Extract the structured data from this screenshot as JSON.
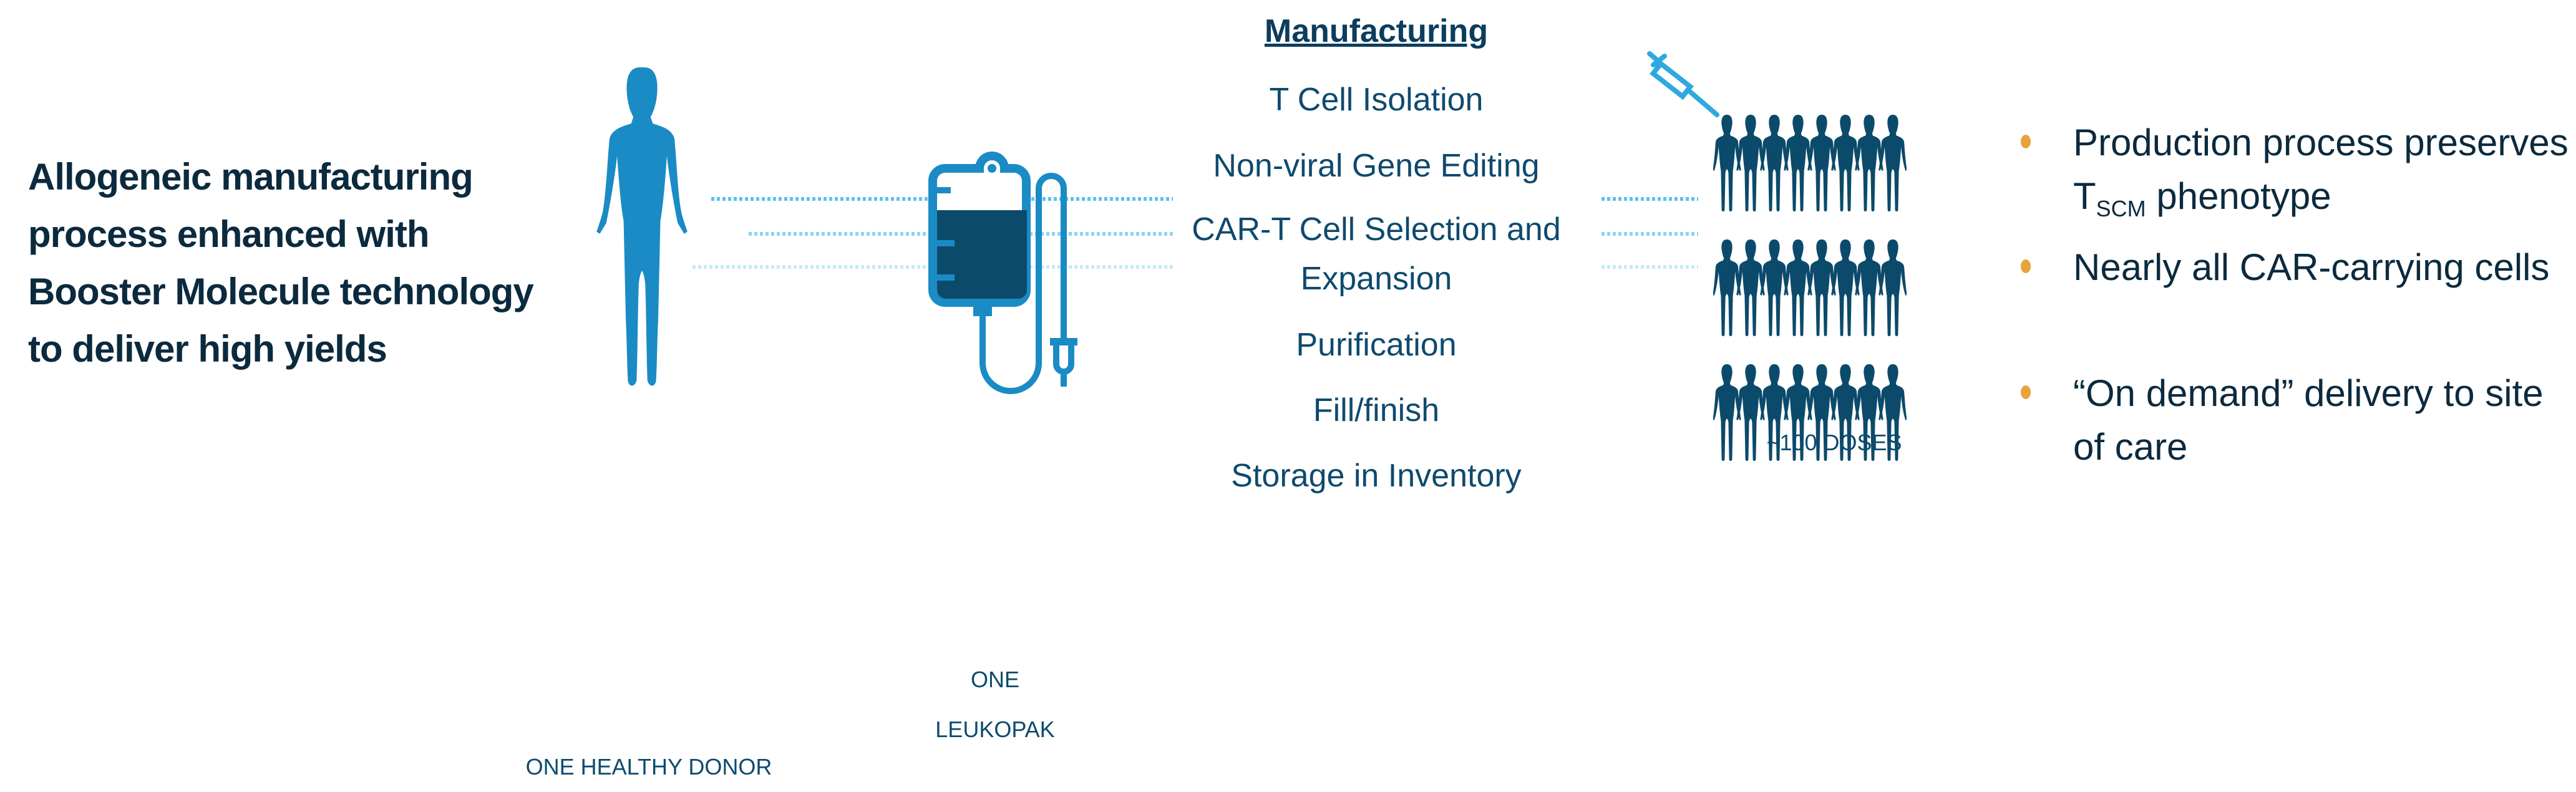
{
  "headline": "Allogeneic manufacturing process enhanced with Booster Molecule technology to deliver high yields",
  "donor": {
    "icon": "person-icon",
    "caption": "ONE HEALTHY DONOR"
  },
  "leukopak": {
    "icon": "iv-bag-icon",
    "caption_line1": "ONE",
    "caption_line2": "LEUKOPAK"
  },
  "manufacturing": {
    "title": "Manufacturing",
    "steps": [
      "T Cell Isolation",
      "Non-viral Gene Editing",
      "CAR-T Cell Selection and",
      "Expansion",
      "Purification",
      "Fill/finish",
      "Storage in Inventory"
    ]
  },
  "doses": {
    "icon": "syringe-icon",
    "caption": "~100 DOSES"
  },
  "bullets": [
    {
      "pre": "Production process preserves T",
      "sub": "SCM",
      "post": " phenotype"
    },
    {
      "pre": "Nearly all CAR-carrying cells",
      "sub": "",
      "post": ""
    },
    {
      "pre": "“On demand” delivery to site of care",
      "sub": "",
      "post": ""
    }
  ],
  "colors": {
    "accent": "#1a8bc4",
    "dark": "#0c4a6b",
    "bullet": "#e8a33a",
    "text": "#0c2a3e"
  }
}
